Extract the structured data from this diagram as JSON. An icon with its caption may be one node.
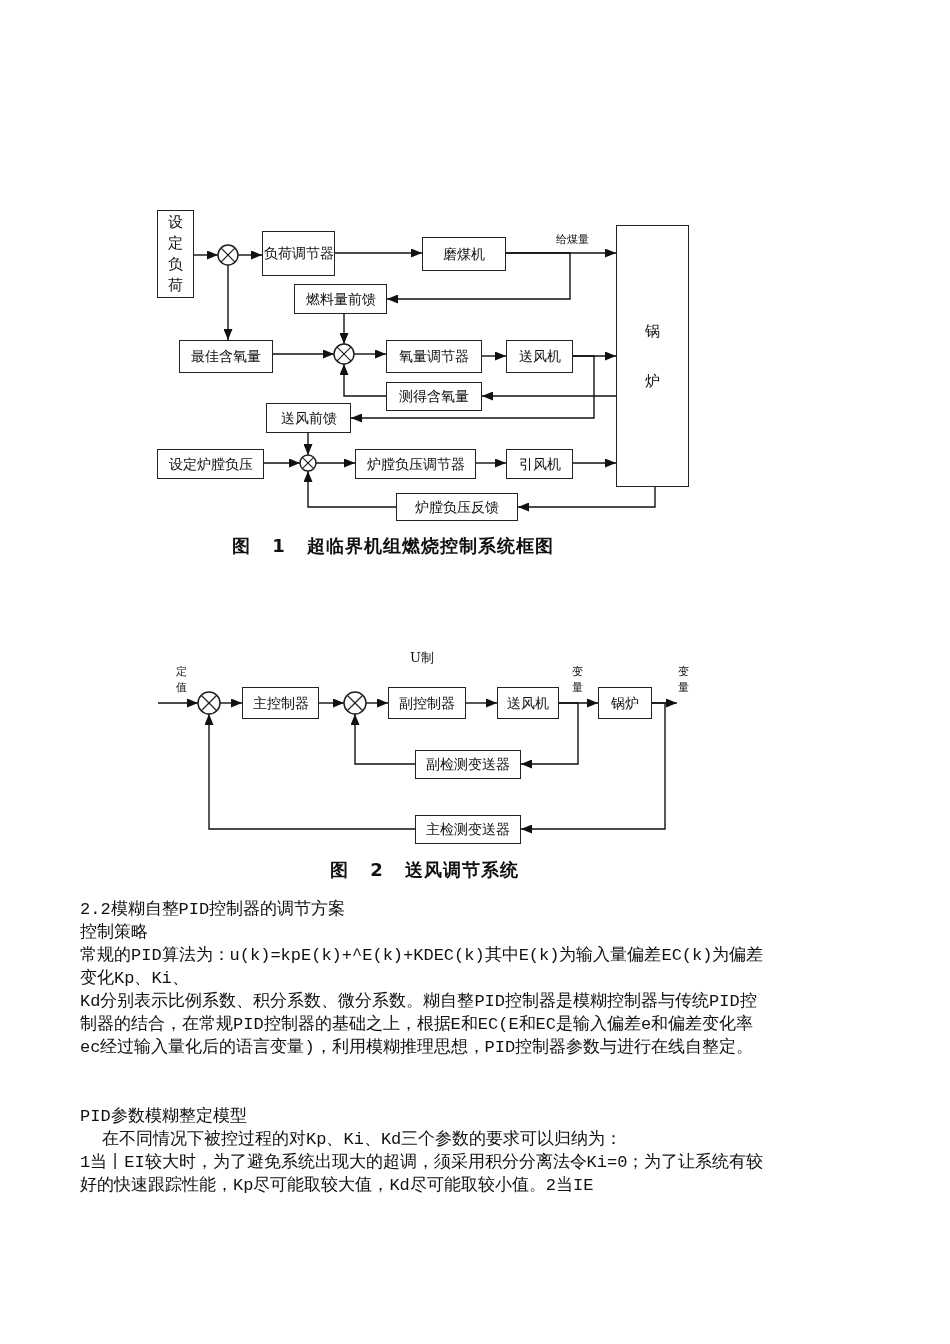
{
  "diagram": {
    "nodes": [
      {
        "text": [
          "设定负荷"
        ]
      },
      {
        "text": [],
        "shape": "circle"
      },
      {
        "text": [
          "负荷调节器"
        ]
      },
      {
        "text": [
          "磨煤机"
        ]
      },
      {
        "text": [
          "锅炉"
        ]
      },
      {
        "text": [
          "燃料量前馈"
        ]
      },
      {
        "text": [
          "最佳含氧量"
        ]
      },
      {
        "text": [],
        "shape": "circle"
      },
      {
        "text": [
          "氧量调节器"
        ]
      },
      {
        "text": [
          "送风机"
        ]
      },
      {
        "text": [
          "测得含氧量"
        ]
      },
      {
        "text": [
          "送风前馈"
        ]
      },
      {
        "text": [
          "设定炉膛负压"
        ]
      },
      {
        "text": [],
        "shape": "circle"
      },
      {
        "text": [
          "炉膛负压调节器"
        ]
      },
      {
        "text": [
          "引风机"
        ]
      },
      {
        "text": [
          "炉膛负压反馈"
        ]
      },
      {
        "text": [],
        "shape": "circle"
      },
      {
        "text": [
          "主控制器"
        ]
      },
      {
        "text": [],
        "shape": "circle"
      },
      {
        "text": [
          "副控制器"
        ]
      },
      {
        "text": [
          "送风机"
        ]
      },
      {
        "text": [
          "锅炉"
        ]
      },
      {
        "text": [
          "副检测变送器"
        ]
      },
      {
        "text": [
          "主检测变送器"
        ]
      },
      {
        "text": [
          "变量"
        ]
      }
    ],
    "edges": [
      {
        "from": 0,
        "to": 1,
        "arrow": "to"
      },
      {
        "from": 1,
        "to": 2,
        "arrow": "to"
      },
      {
        "from": 2,
        "to": 3,
        "arrow": "to"
      },
      {
        "from": 3,
        "to": 4,
        "arrow": "to",
        "label": "给煤量"
      },
      {
        "from": 3,
        "to": 5,
        "arrow": "to"
      },
      {
        "from": 1,
        "to": 6,
        "arrow": "to"
      },
      {
        "from": 5,
        "to": 7,
        "arrow": "to"
      },
      {
        "from": 6,
        "to": 7,
        "arrow": "to"
      },
      {
        "from": 7,
        "to": 8,
        "arrow": "to"
      },
      {
        "from": 8,
        "to": 9,
        "arrow": "to"
      },
      {
        "from": 9,
        "to": 4,
        "arrow": "to"
      },
      {
        "from": 9,
        "to": 11,
        "arrow": "to"
      },
      {
        "from": 4,
        "to": 10,
        "arrow": "to"
      },
      {
        "from": 10,
        "to": 7,
        "arrow": "to"
      },
      {
        "from": 11,
        "to": 13,
        "arrow": "to"
      },
      {
        "from": 12,
        "to": 13,
        "arrow": "to"
      },
      {
        "from": 13,
        "to": 14,
        "arrow": "to"
      },
      {
        "from": 14,
        "to": 15,
        "arrow": "to"
      },
      {
        "from": 15,
        "to": 4,
        "arrow": "to"
      },
      {
        "from": 4,
        "to": 16,
        "arrow": "to"
      },
      {
        "from": 16,
        "to": 13,
        "arrow": "to"
      },
      {
        "from": null,
        "to": 17,
        "arrow": "to"
      },
      {
        "from": 17,
        "to": 18,
        "arrow": "to"
      },
      {
        "from": 18,
        "to": 19,
        "arrow": "to"
      },
      {
        "from": 19,
        "to": 20,
        "arrow": "to"
      },
      {
        "from": 20,
        "to": 21,
        "arrow": "to"
      },
      {
        "from": 21,
        "to": 22,
        "arrow": "to"
      },
      {
        "from": 21,
        "to": 23,
        "arrow": "to"
      },
      {
        "from": 23,
        "to": 19,
        "arrow": "to"
      },
      {
        "from": 22,
        "to": 25,
        "arrow": "to"
      },
      {
        "from": 22,
        "to": 24,
        "arrow": "to"
      },
      {
        "from": 24,
        "to": 17,
        "arrow": "to"
      }
    ],
    "labels": [
      "图 1 超临界机组燃烧控制系统框图",
      "U制",
      "定值",
      "变量",
      "图 2 送风调节系统",
      "2.2模糊自整PID控制器的调节方案",
      "控制策略",
      "常规的PID算法为：u(k)=kpE(k)+^E(k)+KDEC(k)其中E(k)为输入量偏差EC(k)为偏差变化Kp、Ki、",
      "Kd分别表示比例系数、积分系数、微分系数。糊自整PID控制器是模糊控制器与传统PID控制器的结合，在常规PID控制器的基础之上，根据E和EC(E和EC是输入偏差e和偏差变化率ec经过输入量化后的语言变量)，利用模糊推理思想，PID控制器参数与进行在线自整定。",
      "PID参数模糊整定模型",
      "在不同情况下被控过程的对Kp、Ki、Kd三个参数的要求可以归纳为：",
      "1当丨EI较大时，为了避免系统出现大的超调，须采用积分分离法令Ki=0；为了让系统有较好的快速跟踪性能，Kp尽可能取较大值，Kd尽可能取较小值。2当IE"
    ]
  }
}
